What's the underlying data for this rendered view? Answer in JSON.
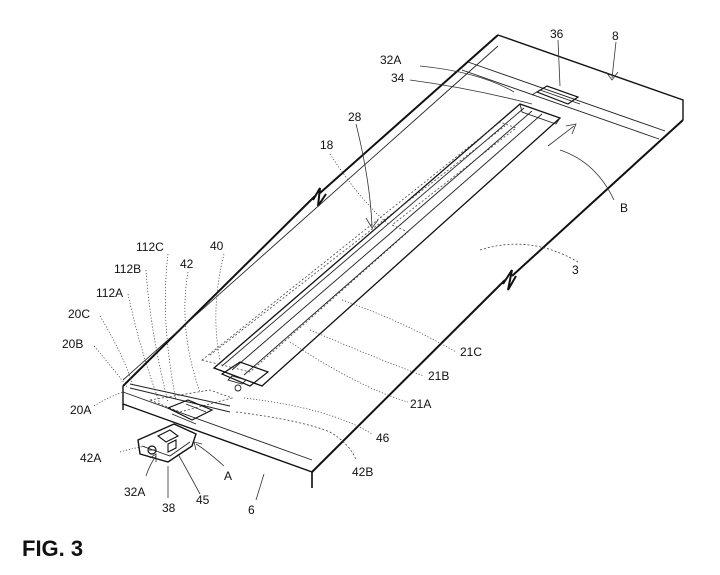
{
  "figure": {
    "caption": "FIG. 3",
    "reference_numerals": {
      "n3": "3",
      "n6": "6",
      "n8": "8",
      "n18": "18",
      "n20A": "20A",
      "n20B": "20B",
      "n20C": "20C",
      "n21A": "21A",
      "n21B": "21B",
      "n21C": "21C",
      "n28": "28",
      "n32A_top": "32A",
      "n32A_bottom": "32A",
      "n34": "34",
      "n36": "36",
      "n38": "38",
      "n40": "40",
      "n42": "42",
      "n42A": "42A",
      "n42B": "42B",
      "n45": "45",
      "n46": "46",
      "n112A": "112A",
      "n112B": "112B",
      "n112C": "112C",
      "nA": "A",
      "nB": "B"
    }
  }
}
